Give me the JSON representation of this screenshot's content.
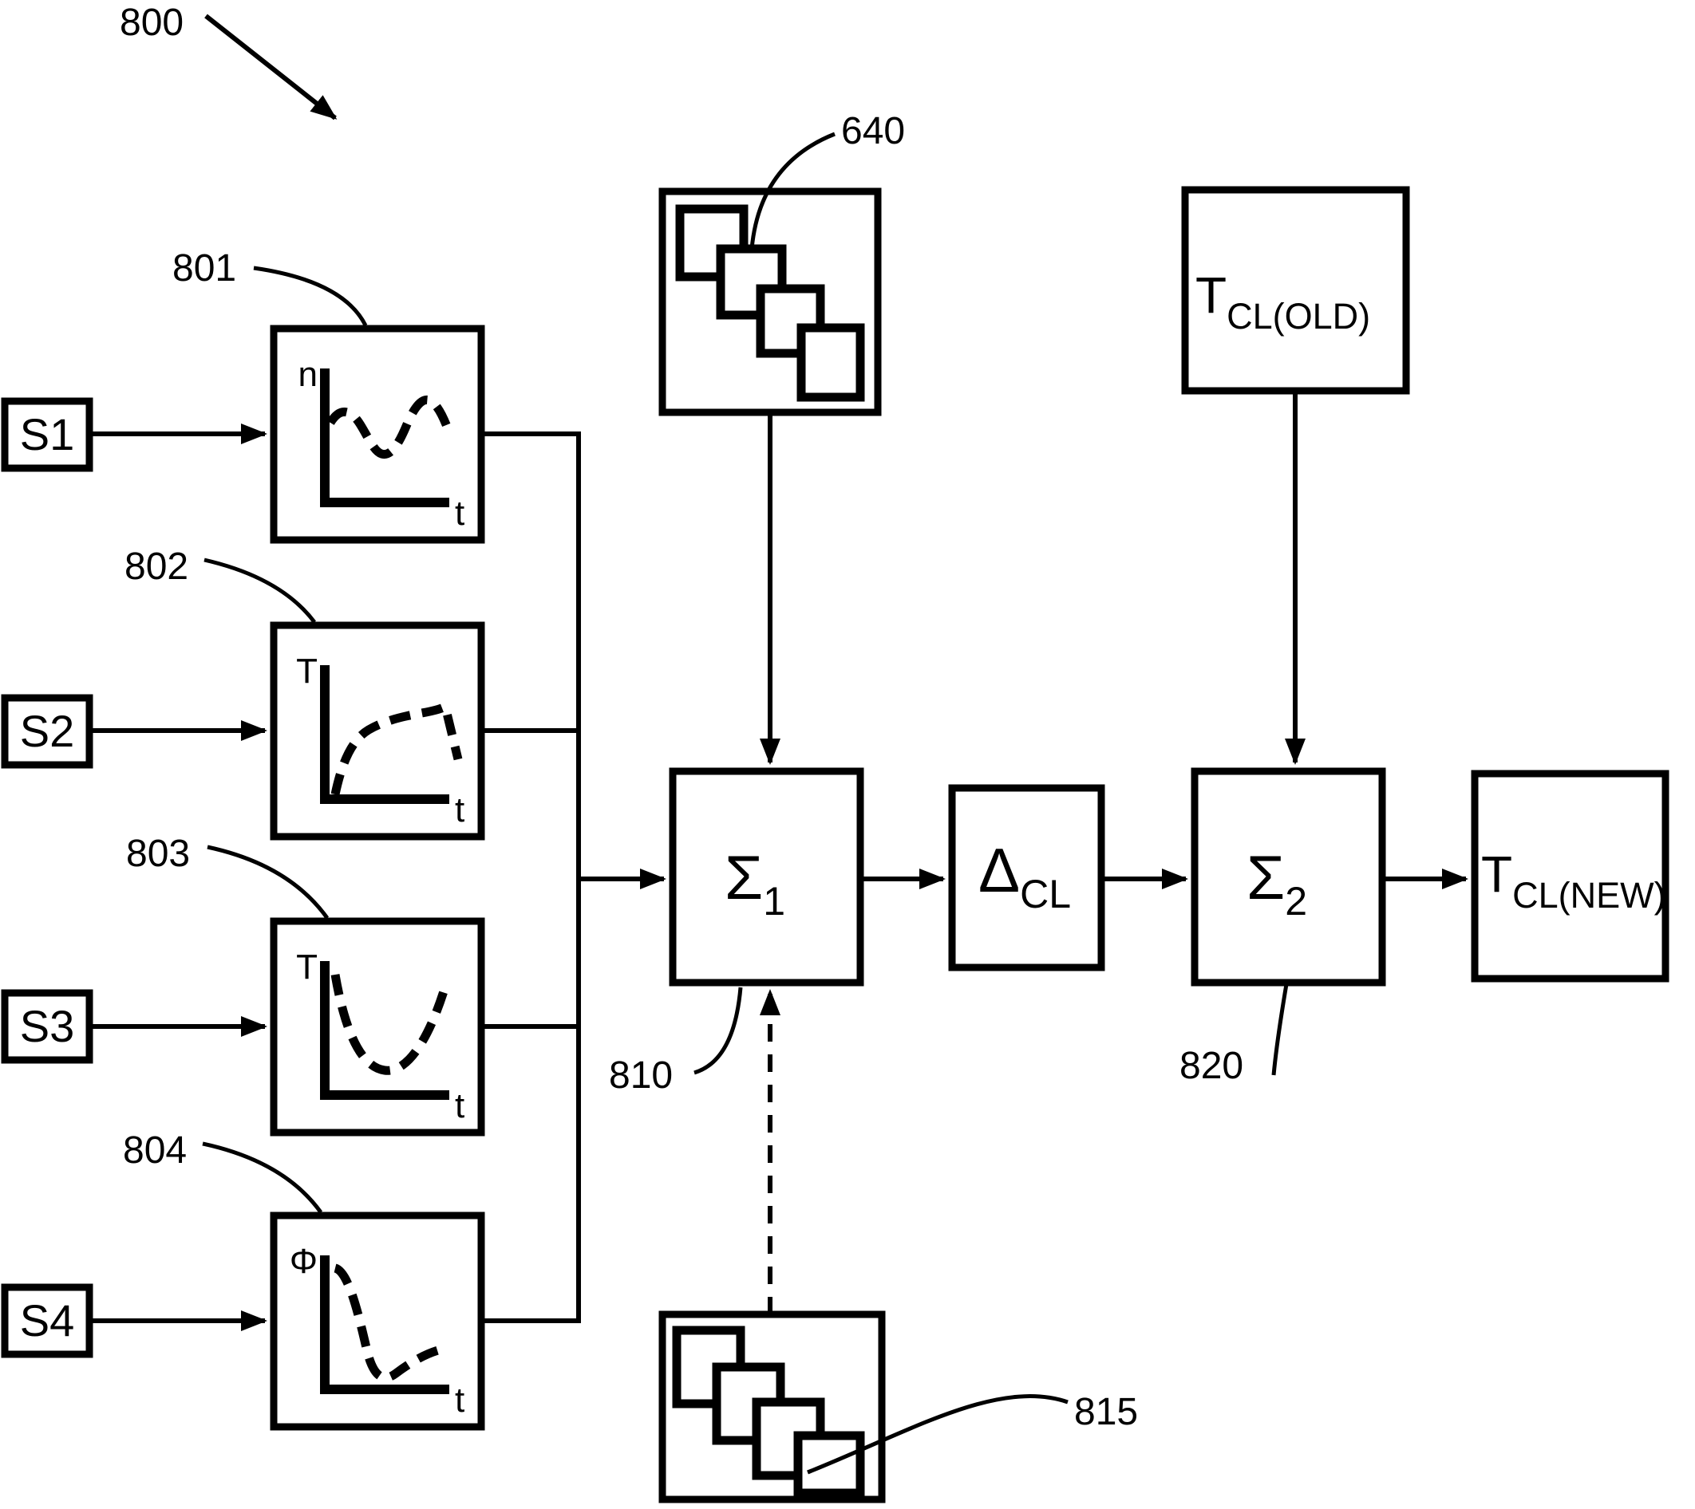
{
  "figure": {
    "background": "#ffffff",
    "ink": "#000000",
    "ref": {
      "diagram": "800",
      "graph1": "801",
      "graph2": "802",
      "graph3": "803",
      "graph4": "804",
      "map_top": "640",
      "sum1": "810",
      "map_bottom": "815",
      "sum2": "820"
    },
    "sources": [
      {
        "label": "S1",
        "y_axis": "n",
        "x_axis": "t"
      },
      {
        "label": "S2",
        "y_axis": "T",
        "x_axis": "t"
      },
      {
        "label": "S3",
        "y_axis": "T",
        "x_axis": "t"
      },
      {
        "label": "S4",
        "y_axis": "Φ",
        "x_axis": "t"
      }
    ],
    "blocks": {
      "sum1": {
        "main": "Σ",
        "sub": "1"
      },
      "delta": {
        "main": "Δ",
        "sub": "CL"
      },
      "sum2": {
        "main": "Σ",
        "sub": "2"
      },
      "t_old": {
        "main": "T",
        "sub": "CL(OLD)"
      },
      "t_new": {
        "main": "T",
        "sub": "CL(NEW)"
      }
    }
  }
}
